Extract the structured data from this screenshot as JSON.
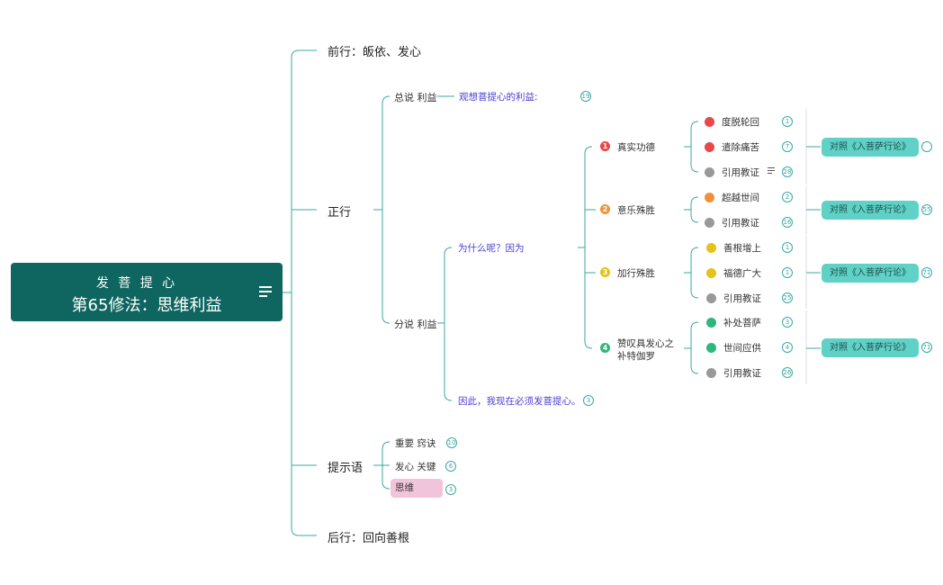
{
  "root": {
    "subtitle": "发 菩 提 心",
    "title": "第65修法：思维利益",
    "note_icon": "menu-icon"
  },
  "branches": {
    "pre": "前行：皈依、发心",
    "main": "正行",
    "tips": "提示语",
    "post": "后行：回向善根"
  },
  "main": {
    "general": "总说 利益",
    "general_desc": "观想菩提心的利益:",
    "general_count": "19",
    "detail": "分说 利益",
    "why": "为什么呢？因为",
    "therefore": "因此，我现在必须发菩提心。",
    "therefore_count": "3"
  },
  "groups": [
    {
      "marker": "1",
      "marker_color": "#e84848",
      "title": "真实功德",
      "items": [
        {
          "label": "度脱轮回",
          "color": "#e84848",
          "count": "1"
        },
        {
          "label": "遣除痛苦",
          "color": "#e84848",
          "count": "7"
        },
        {
          "label": "引用教证",
          "color": "#999999",
          "count": "28"
        }
      ],
      "ref": "对照《入菩萨行论》",
      "ref_count": ""
    },
    {
      "marker": "2",
      "marker_color": "#f0913a",
      "title": "意乐殊胜",
      "items": [
        {
          "label": "超越世间",
          "color": "#f0913a",
          "count": "2"
        },
        {
          "label": "引用教证",
          "color": "#999999",
          "count": "16"
        }
      ],
      "ref": "对照《入菩萨行论》",
      "ref_count": "55"
    },
    {
      "marker": "3",
      "marker_color": "#e5c21a",
      "title": "加行殊胜",
      "items": [
        {
          "label": "善根增上",
          "color": "#e5c21a",
          "count": "1"
        },
        {
          "label": "福德广大",
          "color": "#e5c21a",
          "count": "1"
        },
        {
          "label": "引用教证",
          "color": "#999999",
          "count": "25"
        }
      ],
      "ref": "对照《入菩萨行论》",
      "ref_count": "71"
    },
    {
      "marker": "4",
      "marker_color": "#2fb67a",
      "title": "赞叹具发心之",
      "title2": "补特伽罗",
      "items": [
        {
          "label": "补处菩萨",
          "color": "#2fb67a",
          "count": "3"
        },
        {
          "label": "世间应供",
          "color": "#2fb67a",
          "count": "4"
        },
        {
          "label": "引用教证",
          "color": "#999999",
          "count": "26"
        }
      ],
      "ref": "对照《入菩萨行论》",
      "ref_count": "71"
    }
  ],
  "tips": [
    {
      "label": "重要 窍诀",
      "count": "10"
    },
    {
      "label": "发心 关键",
      "count": "6"
    },
    {
      "label": "思维",
      "count": "3"
    }
  ],
  "colors": {
    "accent": "#0f6660",
    "line": "#3aa9a0",
    "ref": "#5fd1c6",
    "highlight": "#f2c4dc"
  }
}
